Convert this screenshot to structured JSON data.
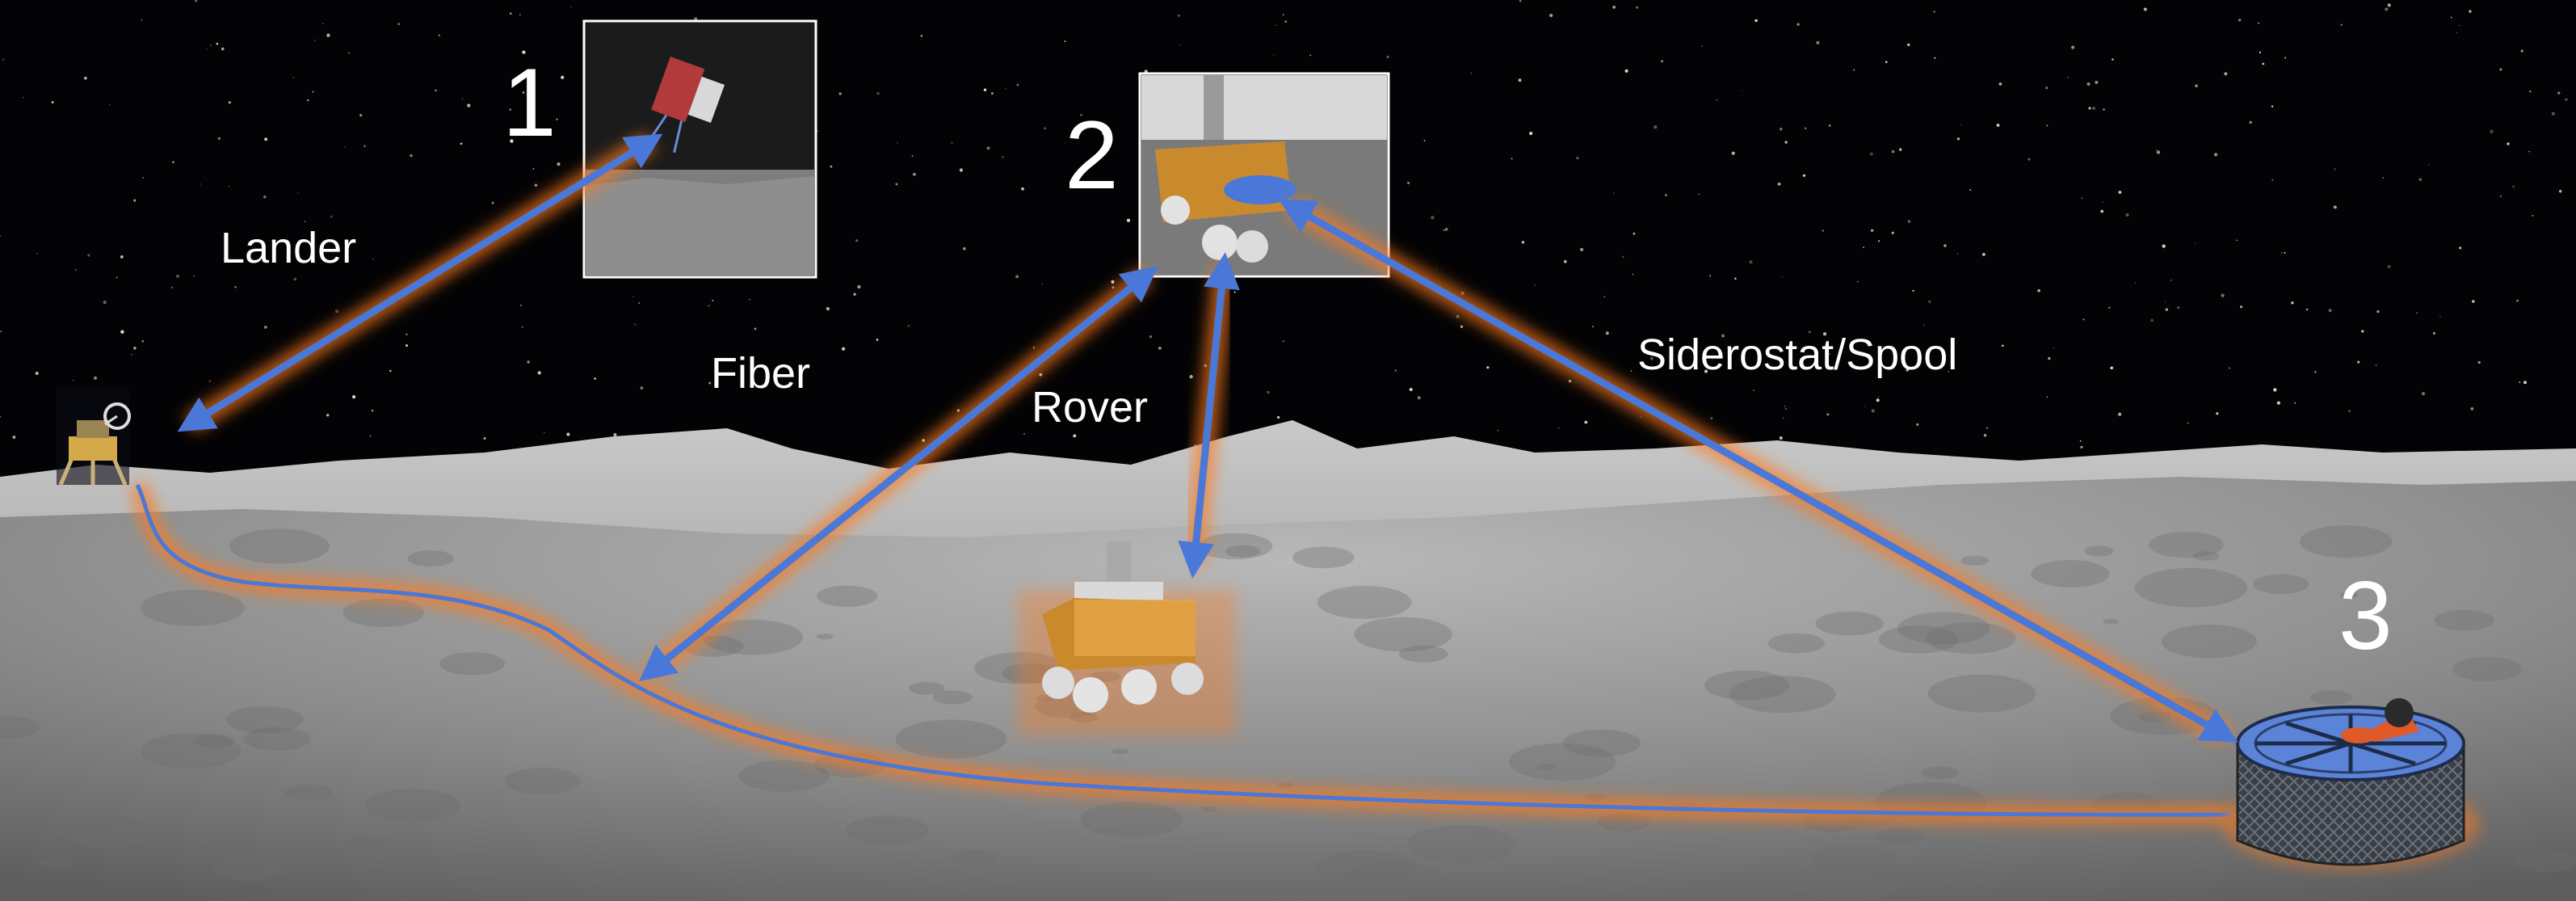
{
  "labels": {
    "lander": "Lander",
    "fiber": "Fiber",
    "rover": "Rover",
    "siderostat_spool": "Siderostat/Spool"
  },
  "steps": {
    "one": "1",
    "two": "2",
    "three": "3"
  },
  "colors": {
    "sky": "#000000",
    "regolith": "#8a8a8a",
    "arrow": "#4a78d8",
    "glow": "#ff7a1a",
    "frame": "#ffffff"
  }
}
